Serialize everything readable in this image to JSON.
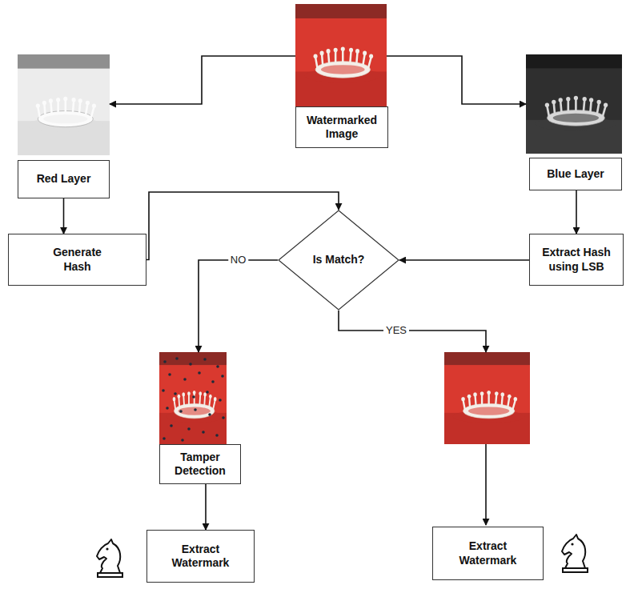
{
  "diagram": {
    "nodes": [
      {
        "text": [
          "Watermarked Image"
        ]
      },
      {
        "text": [
          "Red Layer"
        ]
      },
      {
        "text": [
          "Blue Layer"
        ]
      },
      {
        "text": [
          "Generate Hash"
        ]
      },
      {
        "text": [
          "Is Match?"
        ]
      },
      {
        "text": [
          "Extract Hash using LSB"
        ]
      },
      {
        "text": [
          "Tamper Detection"
        ]
      },
      {
        "text": [
          "Extract Watermark"
        ]
      },
      {
        "text": [
          "Extract Watermark"
        ]
      }
    ],
    "edges": [
      {
        "from": 0,
        "to": 1,
        "arrow": "to"
      },
      {
        "from": 0,
        "to": 2,
        "arrow": "to"
      },
      {
        "from": 1,
        "to": 3,
        "arrow": "to"
      },
      {
        "from": 2,
        "to": 5,
        "arrow": "to"
      },
      {
        "from": 3,
        "to": 4,
        "arrow": "to"
      },
      {
        "from": 5,
        "to": 4,
        "arrow": "to"
      },
      {
        "from": 4,
        "to": 6,
        "label": "NO",
        "arrow": "to"
      },
      {
        "from": 4,
        "to": 8,
        "label": "YES",
        "arrow": "to"
      },
      {
        "from": 6,
        "to": 7,
        "arrow": "to"
      }
    ]
  }
}
